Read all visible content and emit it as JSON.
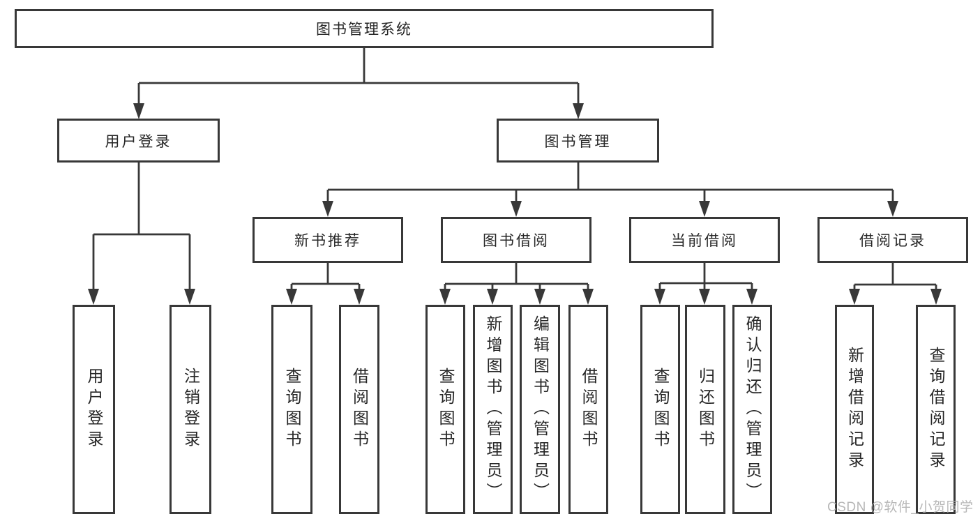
{
  "colors": {
    "line": "#383838",
    "box-border": "#383838",
    "text": "#262626",
    "watermark": "#b0b0b0",
    "background": "#ffffff"
  },
  "watermark": {
    "text": "CSDN @软件_小贺同学"
  },
  "tree": {
    "root": {
      "label": "图书管理系统"
    },
    "branches": [
      {
        "label": "用户登录",
        "leaves": [
          {
            "label": "用户登录"
          },
          {
            "label": "注销登录"
          }
        ]
      },
      {
        "label": "图书管理",
        "groups": [
          {
            "label": "新书推荐",
            "leaves": [
              {
                "label": "查询图书"
              },
              {
                "label": "借阅图书"
              }
            ]
          },
          {
            "label": "图书借阅",
            "leaves": [
              {
                "label": "查询图书"
              },
              {
                "label": "新增图书（管理员）"
              },
              {
                "label": "编辑图书（管理员）"
              },
              {
                "label": "借阅图书"
              }
            ]
          },
          {
            "label": "当前借阅",
            "leaves": [
              {
                "label": "查询图书"
              },
              {
                "label": "归还图书"
              },
              {
                "label": "确认归还（管理员）"
              }
            ]
          },
          {
            "label": "借阅记录",
            "leaves": [
              {
                "label": "新增借阅记录"
              },
              {
                "label": "查询借阅记录"
              }
            ]
          }
        ]
      }
    ]
  }
}
